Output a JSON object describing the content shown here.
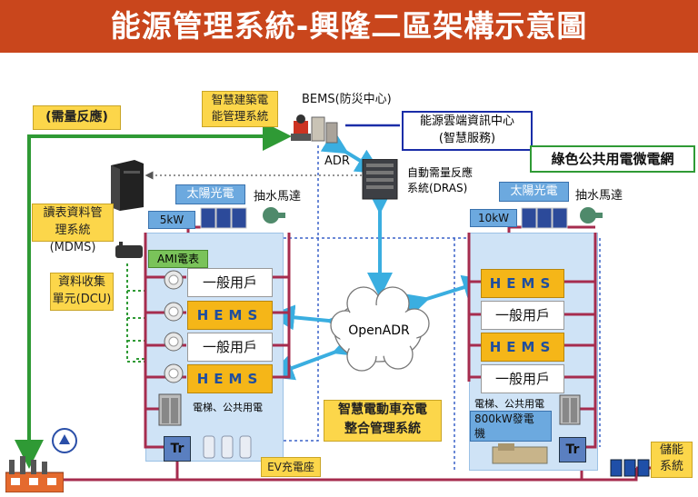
{
  "title": "能源管理系統-興隆二區架構示意圖",
  "labels": {
    "demand_response": "(需量反應)",
    "smart_building": "智慧建築電\n能管理系統",
    "bems": "BEMS(防災中心)",
    "cloud_center": "能源雲端資訊中心\n(智慧服務)",
    "adr": "ADR",
    "green_grid": "綠色公共用電微電網",
    "dras": "自動需量反應\n系統(DRAS)",
    "mdms": "讀表資料管\n理系統(MDMS)",
    "dcu": "資料收集\n單元(DCU)",
    "ami": "AMI電表",
    "openadr": "OpenADR",
    "ev_system": "智慧電動車充電\n整合管理系統",
    "ev_charger": "EV充電座",
    "storage": "儲能\n系統",
    "gen_800": "800kW發電\n機"
  },
  "left_building": {
    "solar": "太陽光電",
    "pump": "抽水馬達",
    "capacity": "5kW",
    "units": [
      "一般用戶",
      "HEMS",
      "一般用戶",
      "HEMS"
    ],
    "elevator": "電梯、公共用電",
    "transformer": "Tr"
  },
  "right_building": {
    "solar": "太陽光電",
    "pump": "抽水馬達",
    "capacity": "10kW",
    "units": [
      "HEMS",
      "一般用戶",
      "HEMS",
      "一般用戶"
    ],
    "elevator": "電梯、公共用電",
    "transformer": "Tr"
  },
  "colors": {
    "title_bg": "#c9461c",
    "green_line": "#2f9a35",
    "power_line": "#a62c4e",
    "arrow_blue": "#3aaee0",
    "hems_fill": "#f5b618"
  }
}
